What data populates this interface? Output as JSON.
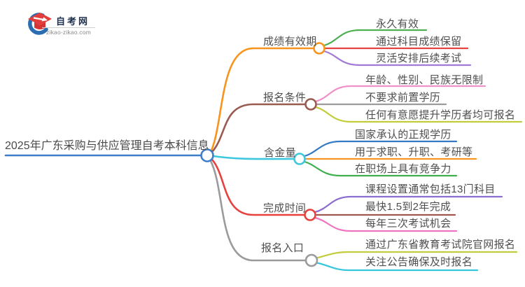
{
  "meta": {
    "background": "#ffffff",
    "text_color": "#4f4f4f"
  },
  "logo": {
    "title": "自考网",
    "domain": "zikao-zikao.com",
    "ring_color": "#2a6db0",
    "cap_color": "#e23d3d"
  },
  "root": {
    "label": "2025年广东采购与供应管理自考本科信息",
    "color": "#3e7dc8"
  },
  "branches": [
    {
      "label": "成绩有效期",
      "color": "#f7941e",
      "children": [
        {
          "label": "永久有效",
          "color": "#4caf50"
        },
        {
          "label": "通过科目成绩保留",
          "color": "#e64340"
        },
        {
          "label": "灵活安排后续考试",
          "color": "#a27ad5"
        }
      ]
    },
    {
      "label": "报名条件",
      "color": "#9a5a50",
      "children": [
        {
          "label": "年龄、性别、民族无限制",
          "color": "#f08fc8"
        },
        {
          "label": "不要求前置学历",
          "color": "#9b9b9b"
        },
        {
          "label": "任何有意愿提升学历者均可报名",
          "color": "#c3cc3d"
        }
      ]
    },
    {
      "label": "含金量",
      "color": "#3fc7e0",
      "children": [
        {
          "label": "国家承认的正规学历",
          "color": "#3579c5"
        },
        {
          "label": "用于求职、升职、考研等",
          "color": "#f79422"
        },
        {
          "label": "在职场上具有竞争力",
          "color": "#3faf4e"
        }
      ]
    },
    {
      "label": "完成时间",
      "color": "#e8403c",
      "children": [
        {
          "label": "课程设置通常包括13门科目",
          "color": "#8b6ccf"
        },
        {
          "label": "最快1.5到2年完成",
          "color": "#9e5850"
        },
        {
          "label": "每年三次考试机会",
          "color": "#ee74c0"
        }
      ]
    },
    {
      "label": "报名入口",
      "color": "#9b9b9b",
      "children": [
        {
          "label": "通过广东省教育考试院官网报名",
          "color": "#c3cc3d"
        },
        {
          "label": "关注公告确保及时报名",
          "color": "#36c6dc"
        }
      ]
    }
  ]
}
